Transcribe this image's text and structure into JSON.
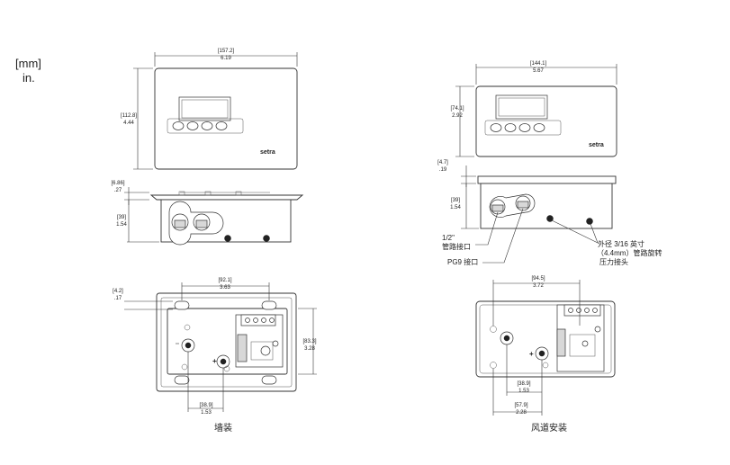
{
  "units": {
    "primary": "[mm]",
    "secondary": "in."
  },
  "wall": {
    "front": {
      "width_mm": "[157.2]",
      "width_in": "6.19",
      "height_mm": "[112.8]",
      "height_in": "4.44",
      "brand": "setra"
    },
    "side": {
      "flange_mm": "[6.86]",
      "flange_in": ".27",
      "depth_mm": "[39]",
      "depth_in": "1.54"
    },
    "back": {
      "slot_mm": "[4.2]",
      "slot_in": ".17",
      "hole_span_mm": "[92.1]",
      "hole_span_in": "3.63",
      "height_mm": "[83.3]",
      "height_in": "3.28",
      "offset_mm": "[38.9]",
      "offset_in": "1.53",
      "plus": "+"
    },
    "caption": "墙装"
  },
  "duct": {
    "front": {
      "width_mm": "[144.1]",
      "width_in": "5.67",
      "height_mm": "[74.1]",
      "height_in": "2.92",
      "brand": "setra"
    },
    "side": {
      "flange_mm": "[4.7]",
      "flange_in": ".19",
      "depth_mm": "[39]",
      "depth_in": "1.54",
      "callout_conduit_1": "1/2\"",
      "callout_conduit_2": "管路接口",
      "callout_pg9": "PG9 接口",
      "callout_fitting_1": "外径 3/16 英寸",
      "callout_fitting_2": "（4.4mm）管路旋转",
      "callout_fitting_3": "压力接头"
    },
    "back": {
      "hole_span_mm": "[94.5]",
      "hole_span_in": "3.72",
      "offset1_mm": "[38.9]",
      "offset1_in": "1.53",
      "offset2_mm": "[57.9]",
      "offset2_in": "2.28",
      "plus": "+"
    },
    "caption": "风道安装"
  }
}
